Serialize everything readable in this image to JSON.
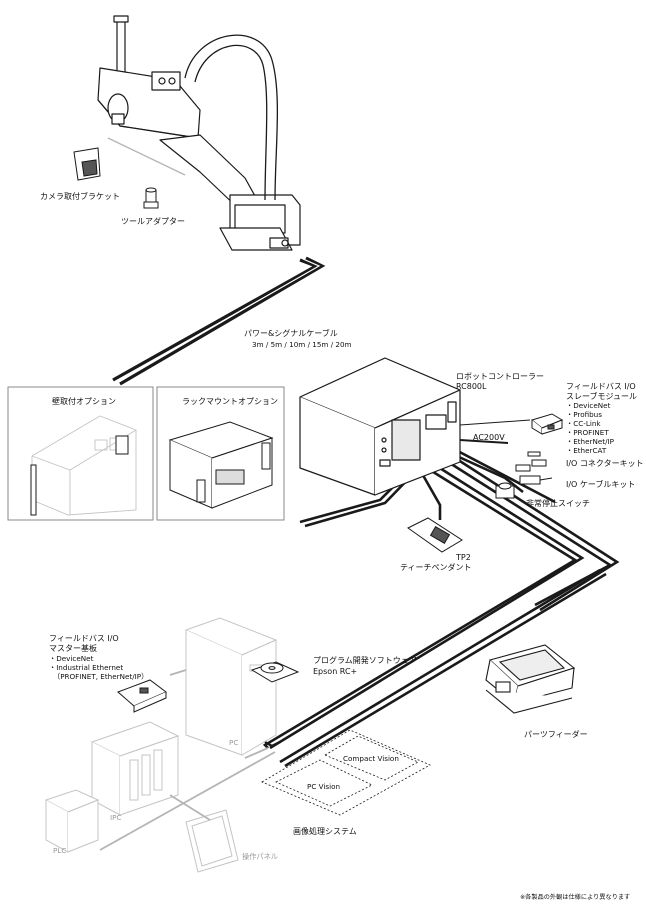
{
  "labels": {
    "camera_bracket": "カメラ取付ブラケット",
    "tool_adapter": "ツールアダプター",
    "cable_title": "パワー&シグナルケーブル",
    "cable_lengths": "3m / 5m / 10m / 15m / 20m",
    "wall_option": "壁取付オプション",
    "rack_option": "ラックマウントオプション",
    "controller_name": "ロボットコントローラー",
    "controller_model": "RC800L",
    "fieldbus_slave_1": "フィールドバス I/O",
    "fieldbus_slave_2": "スレーブモジュール",
    "ac_power": "AC200V",
    "io_connector_kit": "I/O コネクターキット",
    "io_cable_kit": "I/O ケーブルキット",
    "emergency_stop": "非常停止スイッチ",
    "teach_pendant_model": "TP2",
    "teach_pendant": "ティーチペンダント",
    "fieldbus_master_1": "フィールドバス I/O",
    "fieldbus_master_2": "マスター基板",
    "software_title": "プログラム開発ソフトウェア",
    "software_name": "Epson RC+",
    "pc": "PC",
    "ipc": "IPC",
    "plc": "PLC",
    "operation_panel": "操作パネル",
    "parts_feeder": "パーツフィーダー",
    "compact_vision": "Compact Vision",
    "pc_vision": "PC Vision",
    "vision_system": "画像処理システム",
    "footnote": "※各製品の外観は仕様により異なります"
  },
  "fieldbus_slave_items": [
    "・DeviceNet",
    "・Profibus",
    "・CC-Link",
    "・PROFINET",
    "・EtherNet/IP",
    "・EtherCAT"
  ],
  "fieldbus_master_items": [
    "・DeviceNet",
    "・Industrial Ethernet",
    "（PROFINET, EtherNet/IP）"
  ],
  "colors": {
    "line": "#1a1a1a",
    "cable": "#1a1a1a",
    "faded": "#bdbdbd",
    "frame": "#8a8a8a"
  }
}
